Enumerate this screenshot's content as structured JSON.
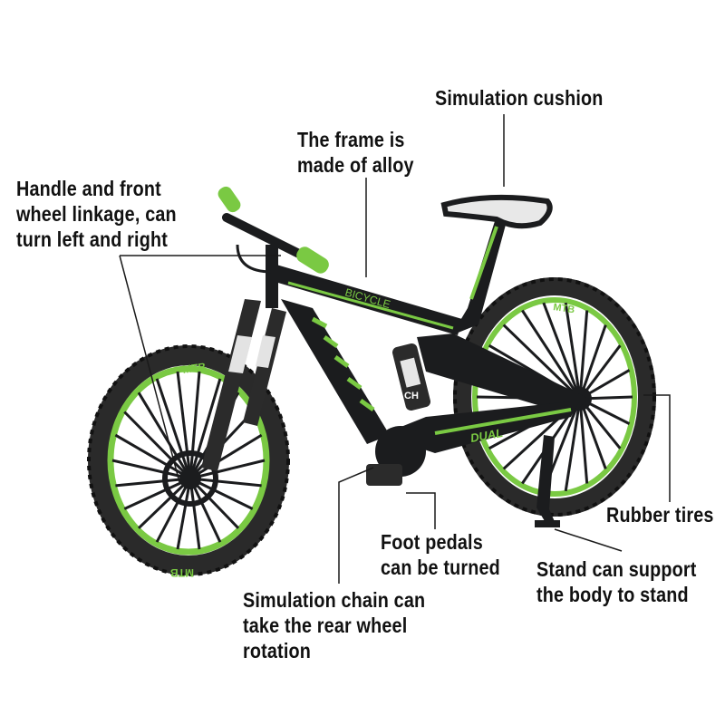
{
  "colors": {
    "accent": "#7ac943",
    "frame": "#1b1c1e",
    "tire": "#2a2a2a",
    "leader": "#1a1a1a",
    "saddle": "#e8e8e8"
  },
  "callouts": {
    "cushion": {
      "lines": [
        "Simulation cushion"
      ]
    },
    "frame": {
      "lines": [
        "The frame is",
        "made of alloy"
      ]
    },
    "handle": {
      "lines": [
        "Handle and front",
        "wheel linkage, can",
        "turn left and right"
      ]
    },
    "tires": {
      "lines": [
        "Rubber tires"
      ]
    },
    "pedals": {
      "lines": [
        "Foot pedals",
        "can be turned"
      ]
    },
    "stand": {
      "lines": [
        "Stand can support",
        "the body to stand"
      ]
    },
    "chain": {
      "lines": [
        "Simulation chain can",
        "take the rear wheel",
        "rotation"
      ]
    }
  },
  "tire_text": "MTB",
  "frame_texts": {
    "top_tube": "BICYCLE",
    "chain_stay": "DUAL",
    "shock": "CH"
  }
}
